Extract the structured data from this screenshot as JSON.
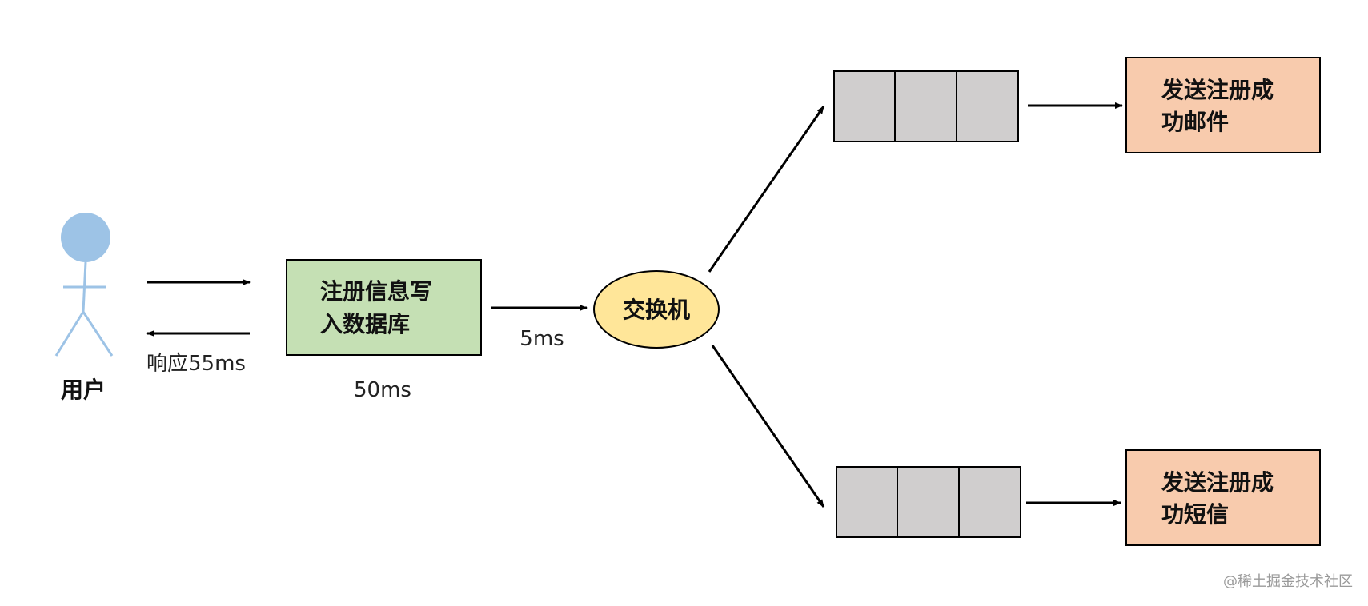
{
  "user": {
    "label": "用户"
  },
  "response_label": "响应55ms",
  "register_box": {
    "line1": "注册信息写",
    "line2": "入数据库",
    "time": "50ms",
    "fill": "#c5e0b4"
  },
  "link_time": "5ms",
  "exchange": {
    "label": "交换机",
    "fill": "#ffe699"
  },
  "email_box": {
    "line1": "发送注册成",
    "line2": "功邮件",
    "fill": "#f8cbad"
  },
  "sms_box": {
    "line1": "发送注册成",
    "line2": "功短信",
    "fill": "#f8cbad"
  },
  "queue_fill": "#d0cece",
  "user_color": "#9dc3e6",
  "watermark": "@稀土掘金技术社区"
}
